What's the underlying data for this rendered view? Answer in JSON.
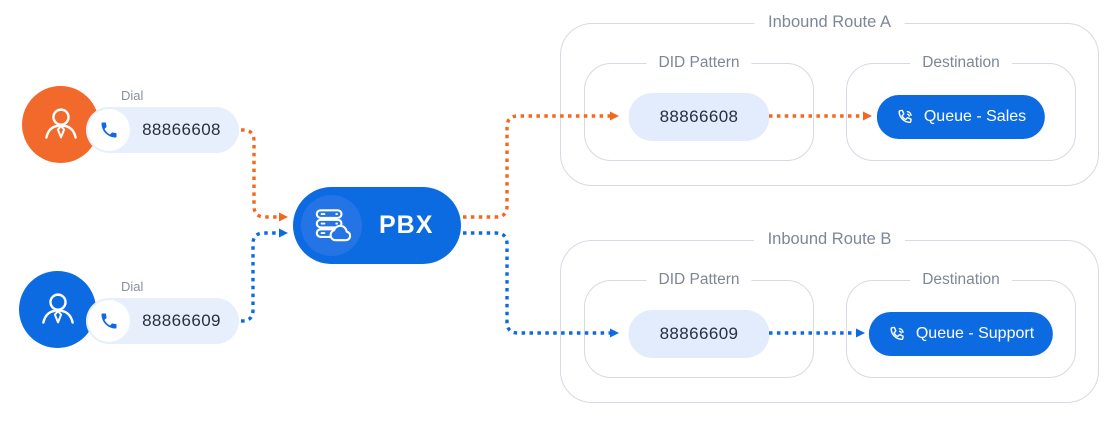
{
  "colors": {
    "orange": "#F4671F",
    "orange-avatar": "#F26A2B",
    "blue": "#0D6BE2",
    "blue-light": "#2474E6",
    "pill-bg": "#E7EFFD",
    "did-pill-bg": "#E2ECFC",
    "border": "#D6DAE2",
    "muted": "#7E8795",
    "text-dark": "#26303E",
    "dial-gray": "#8A919E"
  },
  "callers": [
    {
      "dial_label": "Dial",
      "number": "88866608",
      "avatar_icon": "person-icon",
      "phone_icon": "phone-icon",
      "accent": "orange"
    },
    {
      "dial_label": "Dial",
      "number": "88866609",
      "avatar_icon": "person-icon",
      "phone_icon": "phone-icon",
      "accent": "blue"
    }
  ],
  "pbx": {
    "label": "PBX",
    "icon": "server-cloud-icon"
  },
  "routes": [
    {
      "title": "Inbound Route A",
      "did_label": "DID Pattern",
      "did_value": "88866608",
      "destination_label": "Destination",
      "destination_value": "Queue - Sales",
      "destination_icon": "phone-volume-icon",
      "accent": "orange"
    },
    {
      "title": "Inbound Route B",
      "did_label": "DID Pattern",
      "did_value": "88866609",
      "destination_label": "Destination",
      "destination_value": "Queue - Support",
      "destination_icon": "phone-volume-icon",
      "accent": "blue"
    }
  ]
}
